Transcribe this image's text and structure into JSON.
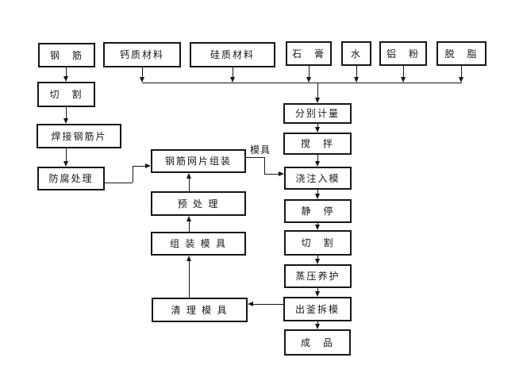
{
  "diagram": {
    "colors": {
      "line": "#161616",
      "background": "#ffffff"
    },
    "nodes": {
      "gangjin": {
        "label": "钢　筋"
      },
      "gaizhi": {
        "label": "钙质材料"
      },
      "guizhi": {
        "label": "硅质材料"
      },
      "shigao": {
        "label": "石　膏"
      },
      "shui": {
        "label": "水"
      },
      "lvfen": {
        "label": "铝　粉"
      },
      "tuozhi": {
        "label": "脱　脂"
      },
      "qiege1": {
        "label": "切　割"
      },
      "hanjie": {
        "label": "焊接钢筋片"
      },
      "fangfu": {
        "label": "防腐处理"
      },
      "wangpian": {
        "label": "钢筋网片组装"
      },
      "yuchuli": {
        "label": "预 处 理"
      },
      "zuzhuang": {
        "label": "组 装 模 具"
      },
      "qingli": {
        "label": "清 理 模 具"
      },
      "fenbie": {
        "label": "分别计量"
      },
      "jiaoban": {
        "label": "搅　拌"
      },
      "jiaozhu": {
        "label": "浇注入模"
      },
      "jingting": {
        "label": "静　停"
      },
      "qiege2": {
        "label": "切　割"
      },
      "zhengya": {
        "label": "蒸压养护"
      },
      "chufu": {
        "label": "出釜拆模"
      },
      "chengpin": {
        "label": "成　品"
      }
    },
    "edge_labels": {
      "mold": "模具"
    },
    "edges": [
      {
        "from": "钢筋",
        "to": "切割"
      },
      {
        "from": "切割",
        "to": "焊接钢筋片"
      },
      {
        "from": "焊接钢筋片",
        "to": "防腐处理"
      },
      {
        "from": "防腐处理",
        "to": "钢筋网片组装"
      },
      {
        "from": "钢筋网片组装",
        "to": "浇注入模",
        "label": "模具"
      },
      {
        "from": "钙质材料",
        "to": "分别计量"
      },
      {
        "from": "硅质材料",
        "to": "分别计量"
      },
      {
        "from": "石膏",
        "to": "分别计量"
      },
      {
        "from": "水",
        "to": "分别计量"
      },
      {
        "from": "铝粉",
        "to": "分别计量"
      },
      {
        "from": "脱脂",
        "to": "分别计量"
      },
      {
        "from": "分别计量",
        "to": "搅拌"
      },
      {
        "from": "搅拌",
        "to": "浇注入模"
      },
      {
        "from": "浇注入模",
        "to": "静停"
      },
      {
        "from": "静停",
        "to": "切割"
      },
      {
        "from": "切割",
        "to": "蒸压养护"
      },
      {
        "from": "蒸压养护",
        "to": "出釜拆模"
      },
      {
        "from": "出釜拆模",
        "to": "成品"
      },
      {
        "from": "出釜拆模",
        "to": "清理模具"
      },
      {
        "from": "清理模具",
        "to": "组装模具"
      },
      {
        "from": "组装模具",
        "to": "预处理"
      },
      {
        "from": "预处理",
        "to": "钢筋网片组装"
      }
    ]
  }
}
